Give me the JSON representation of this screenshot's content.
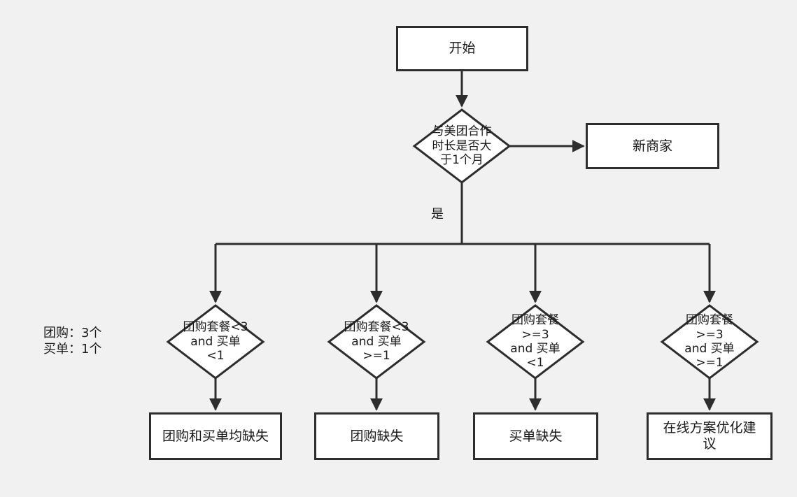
{
  "nodes": {
    "start": "开始",
    "cooperation_check": [
      "与美团合作",
      "时长是否大",
      "于1个月"
    ],
    "new_merchant": "新商家",
    "yes_label": "是",
    "decision_1": [
      "团购套餐<3",
      "and 买单",
      "<1"
    ],
    "decision_2": [
      "团购套餐<3",
      "and 买单",
      ">=1"
    ],
    "decision_3": [
      "团购套餐",
      ">=3",
      "and 买单",
      "<1"
    ],
    "decision_4": [
      "团购套餐",
      ">=3",
      "and 买单",
      ">=1"
    ],
    "result_1": "团购和买单均缺失",
    "result_2": "团购缺失",
    "result_3": "买单缺失",
    "result_4": "在线方案优化建议"
  },
  "side_note": [
    "团购：3个",
    "买单：1个"
  ],
  "colors": {
    "background": "#f1f1f1",
    "stroke": "#2d2d2d",
    "fill": "#ffffff",
    "text": "#1a1a1a"
  }
}
